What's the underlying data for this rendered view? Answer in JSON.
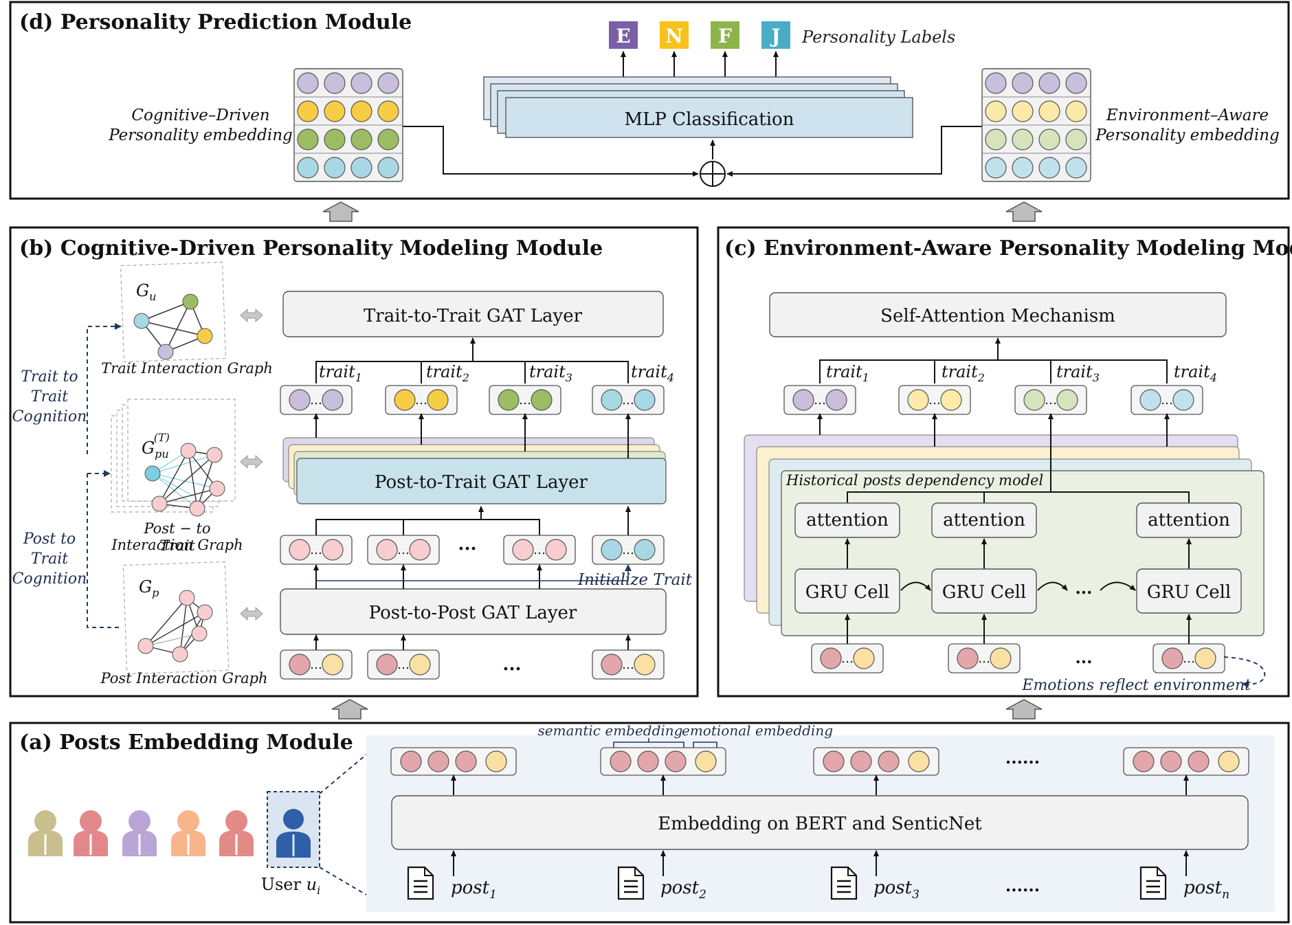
{
  "colors": {
    "purple": "#c9bfdc",
    "yellow": "#f7cd45",
    "green": "#9cbd63",
    "blue": "#a7d8e3",
    "pink": "#f7cdd0",
    "rose": "#e2a7ab",
    "peach": "#fbe0a3",
    "pyellow": "#fbeaa8",
    "pgreen": "#d6e3bd",
    "pblue": "#bfe2ec",
    "labelE": "#7b5ea7",
    "labelN": "#f7c31a",
    "labelF": "#8db54c",
    "labelJ": "#4bacc6",
    "navy": "#1f3a60",
    "panelA": "#eef3fa"
  },
  "module_d": {
    "title": "(d) Personality Prediction Module",
    "labels": [
      "E",
      "N",
      "F",
      "J"
    ],
    "labels_caption": "Personality Labels",
    "mlp": "MLP Classification",
    "left_emb": [
      "Cognitive–Driven",
      "Personality embedding"
    ],
    "right_emb": [
      "Environment–Aware",
      "Personality embedding"
    ]
  },
  "module_b": {
    "title": "(b) Cognitive-Driven Personality Modeling Module",
    "t2t": "Trait-to-Trait GAT Layer",
    "p2t": "Post-to-Trait GAT Layer",
    "p2p": "Post-to-Post GAT Layer",
    "traits": [
      "trait",
      "trait",
      "trait",
      "trait"
    ],
    "trait_subs": [
      "1",
      "2",
      "3",
      "4"
    ],
    "g_u": "G",
    "g_u_sub": "u",
    "g_pu": "G",
    "g_pu_sub": "pu",
    "g_pu_sup": "(T)",
    "g_p": "G",
    "g_p_sub": "p",
    "trait_graph": "Trait Interaction Graph",
    "post_trait_graph": [
      "Post − to",
      "Interaction Graph",
      "Trait"
    ],
    "post_graph": "Post Interaction Graph",
    "trait_cog": [
      "Trait to",
      "Trait",
      "Cognition"
    ],
    "post_cog": [
      "Post to",
      "Trait",
      "Cognition"
    ],
    "init_trait": "Initialize Trait",
    "ellipsis": "…",
    "dots": "..."
  },
  "module_c": {
    "title": "(c) Environment-Aware Personality Modeling Module",
    "self_att": "Self-Attention Mechanism",
    "traits": [
      "trait",
      "trait",
      "trait",
      "trait"
    ],
    "trait_subs": [
      "1",
      "2",
      "3",
      "4"
    ],
    "hist": "Historical posts dependency model",
    "attention": "attention",
    "gru": "GRU Cell",
    "emotions": "Emotions reflect environment",
    "dots": "..."
  },
  "module_a": {
    "title": "(a) Posts Embedding Module",
    "semantic": "semantic embedding",
    "emotional": "emotional embedding",
    "bert": "Embedding on BERT and SenticNet",
    "posts": [
      "post",
      "post",
      "post",
      "post"
    ],
    "post_subs": [
      "1",
      "2",
      "3",
      "n"
    ],
    "user": "User ",
    "user_var": "u",
    "user_sub": "i",
    "dots": "......"
  }
}
